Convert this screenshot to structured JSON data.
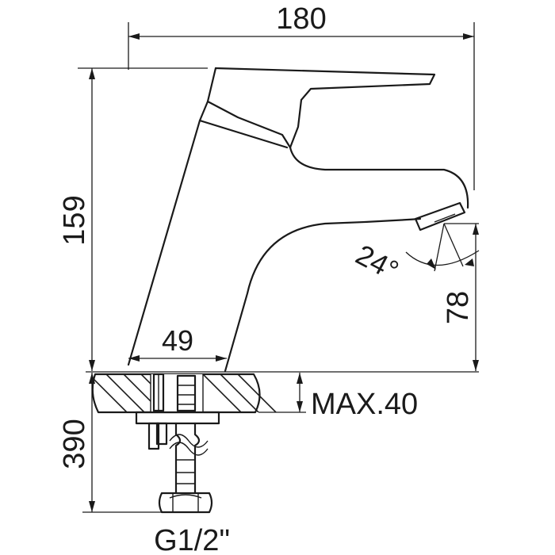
{
  "dimensions": {
    "width_top": "180",
    "height_left": "159",
    "base_width": "49",
    "spout_angle": "24°",
    "spout_height": "78",
    "deck_thickness": "MAX.40",
    "hose_length": "390",
    "thread": "G1/2\""
  },
  "colors": {
    "line": "#1a1a1a",
    "background": "#ffffff"
  }
}
